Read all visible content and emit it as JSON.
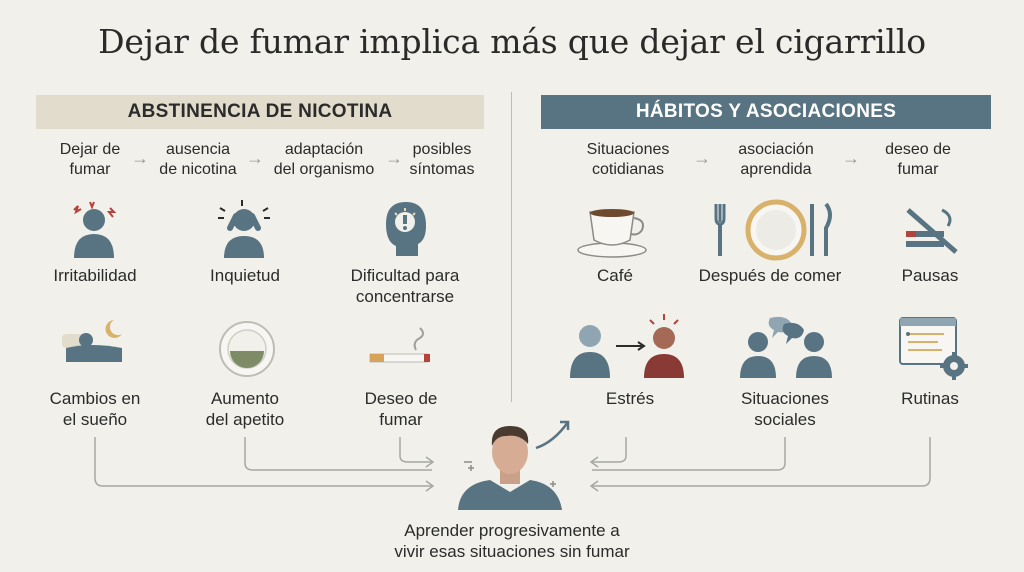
{
  "title": "Dejar de fumar implica más que dejar el cigarrillo",
  "left": {
    "header": "ABSTINENCIA DE NICOTINA",
    "flow": [
      "Dejar de\nfumar",
      "ausencia\nde nicotina",
      "adaptación\ndel organismo",
      "posibles\nsíntomas"
    ],
    "items": [
      {
        "label": "Irritabilidad",
        "icon": "irritated-person-icon"
      },
      {
        "label": "Inquietud",
        "icon": "restless-person-icon"
      },
      {
        "label": "Dificultad para\nconcentrarse",
        "icon": "head-focus-icon"
      },
      {
        "label": "Cambios en\nel sueño",
        "icon": "sleep-moon-icon"
      },
      {
        "label": "Aumento\ndel apetito",
        "icon": "plate-icon"
      },
      {
        "label": "Deseo de\nfumar",
        "icon": "cigarette-icon"
      }
    ]
  },
  "right": {
    "header": "HÁBITOS Y ASOCIACIONES",
    "flow": [
      "Situaciones\ncotidianas",
      "asociación\naprendida",
      "deseo de\nfumar"
    ],
    "items": [
      {
        "label": "Café",
        "icon": "coffee-cup-icon"
      },
      {
        "label": "Después de comer",
        "icon": "plate-cutlery-icon"
      },
      {
        "label": "Pausas",
        "icon": "pause-no-smoking-icon"
      },
      {
        "label": "Estrés",
        "icon": "stressed-person-icon"
      },
      {
        "label": "Situaciones\nsociales",
        "icon": "people-talking-icon"
      },
      {
        "label": "Rutinas",
        "icon": "routine-schedule-icon"
      }
    ]
  },
  "bottom": {
    "text": "Aprender progresivamente a\nvivir esas situaciones sin fumar",
    "icon": "man-progress-icon"
  },
  "colors": {
    "slate": "#587382",
    "beige": "#e1dccc",
    "bg": "#f1f0eb",
    "red_accent": "#b4443b"
  }
}
